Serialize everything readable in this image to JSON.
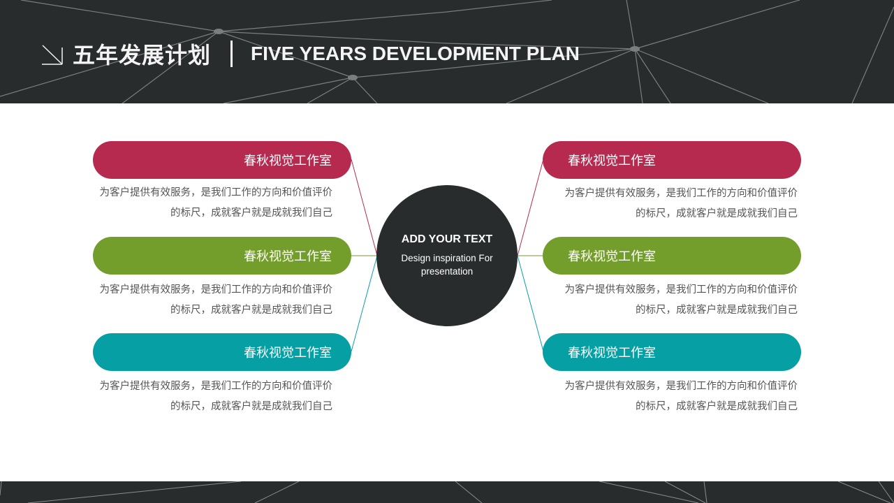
{
  "header": {
    "icon": "arrow-down-right-icon",
    "title_cn": "五年发展计划",
    "separator": "|",
    "title_en": "FIVE YEARS DEVELOPMENT PLAN",
    "background": "#282c2d"
  },
  "center": {
    "title": "ADD YOUR TEXT",
    "subtitle": "Design inspiration For presentation",
    "color": "#282c2d"
  },
  "colors": {
    "crimson": "#b72a50",
    "green": "#739e2c",
    "teal": "#069fa4"
  },
  "left_items": [
    {
      "label": "春秋视觉工作室",
      "desc": "为客户提供有效服务，是我们工作的方向和价值评价的标尺，成就客户就是成就我们自己",
      "color": "#b72a50"
    },
    {
      "label": "春秋视觉工作室",
      "desc": "为客户提供有效服务，是我们工作的方向和价值评价的标尺，成就客户就是成就我们自己",
      "color": "#739e2c"
    },
    {
      "label": "春秋视觉工作室",
      "desc": "为客户提供有效服务，是我们工作的方向和价值评价的标尺，成就客户就是成就我们自己",
      "color": "#069fa4"
    }
  ],
  "right_items": [
    {
      "label": "春秋视觉工作室",
      "desc": "为客户提供有效服务，是我们工作的方向和价值评价的标尺，成就客户就是成就我们自己",
      "color": "#b72a50"
    },
    {
      "label": "春秋视觉工作室",
      "desc": "为客户提供有效服务，是我们工作的方向和价值评价的标尺，成就客户就是成就我们自己",
      "color": "#739e2c"
    },
    {
      "label": "春秋视觉工作室",
      "desc": "为客户提供有效服务，是我们工作的方向和价值评价的标尺，成就客户就是成就我们自己",
      "color": "#069fa4"
    }
  ]
}
